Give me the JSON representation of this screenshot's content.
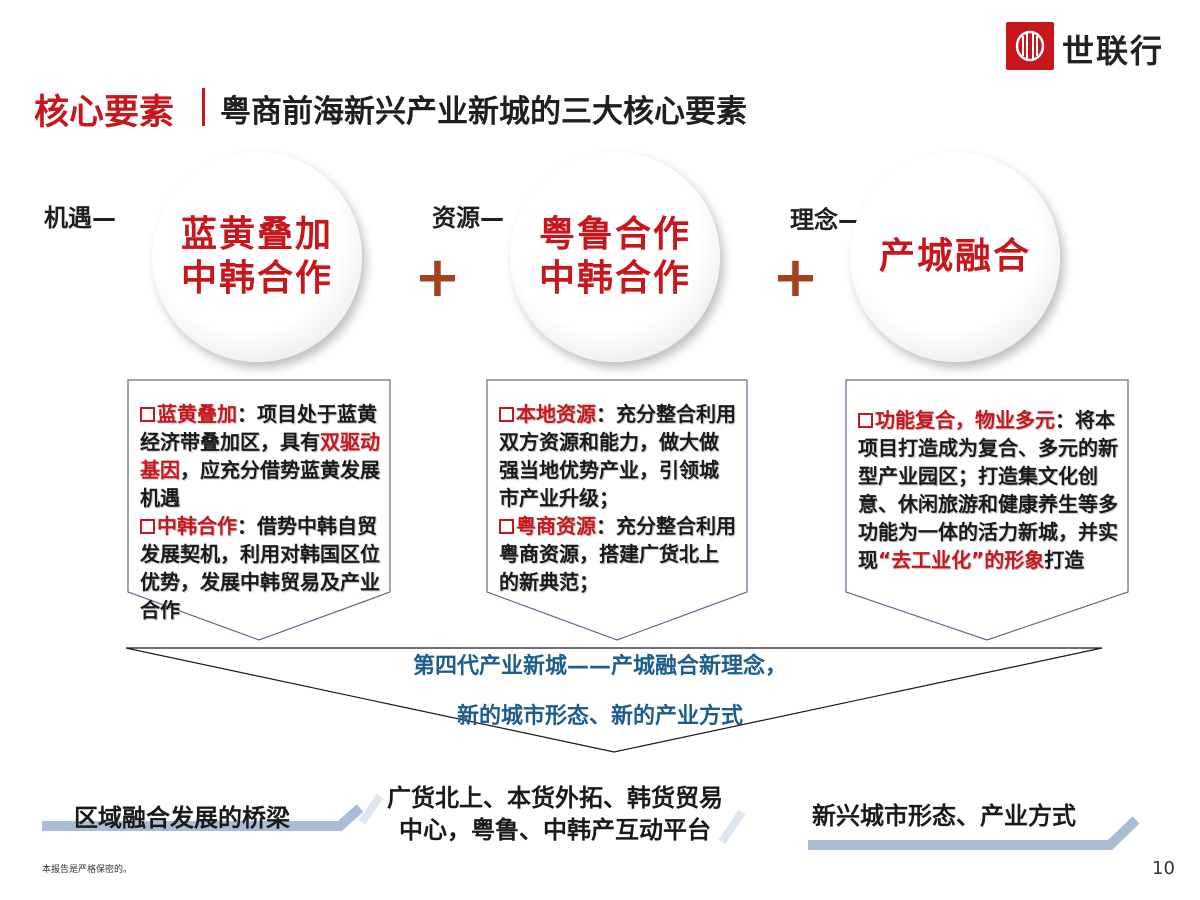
{
  "brand": {
    "name": "世联行",
    "logo_color": "#c8161d"
  },
  "title": {
    "key": "核心要素",
    "main": "粤商前海新兴产业新城的三大核心要素"
  },
  "pillars": [
    {
      "prefix": "机遇—",
      "line1": "蓝黄叠加",
      "line2": "中韩合作"
    },
    {
      "prefix": "资源—",
      "line1": "粤鲁合作",
      "line2": "中韩合作"
    },
    {
      "prefix": "理念—",
      "line1": "产城融合",
      "line2": ""
    }
  ],
  "plus_sign": "+",
  "boxes": [
    {
      "p1_head": "蓝黄叠加",
      "p1_a": "：项目处于蓝黄经济带叠加区，具有",
      "p1_red": "双驱动基因",
      "p1_b": "，应充分借势蓝黄发展机遇",
      "p2_head": "中韩合作",
      "p2_body": "：借势中韩自贸发展契机，利用对韩国区位优势，发展中韩贸易及产业合作"
    },
    {
      "p1_head": "本地资源",
      "p1_body": "：充分整合利用双方资源和能力，做大做强当地优势产业，引领城市产业升级；",
      "p2_head": "粤商资源",
      "p2_body": "：充分整合利用粤商资源，搭建广货北上的新典范；"
    },
    {
      "p1_head": "功能复合，物业多元",
      "p1_body": "：将本项目打造成为复合、多元的新型产业园区；打造集文化创意、休闲旅游和健康养生等多功能为一体的活力新城，并实现",
      "p1_red": "“去工业化”的形象",
      "p1_tail": "打造"
    }
  ],
  "funnel": {
    "line1": "第四代产业新城——产城融合新理念，",
    "line2": "新的城市形态、新的产业方式"
  },
  "bottom": {
    "left": "区域融合发展的桥梁",
    "center_line1": "广货北上、本货外拓、韩货贸易",
    "center_line2": "中心，粤鲁、中韩产互动平台",
    "right": "新兴城市形态、产业方式"
  },
  "footnote": "本报告是严格保密的。",
  "page_number": "10",
  "colors": {
    "accent_red": "#c8161d",
    "plus_brown": "#a3421f",
    "funnel_blue": "#1c5d8c",
    "band_blue": "#a9bdd6"
  }
}
